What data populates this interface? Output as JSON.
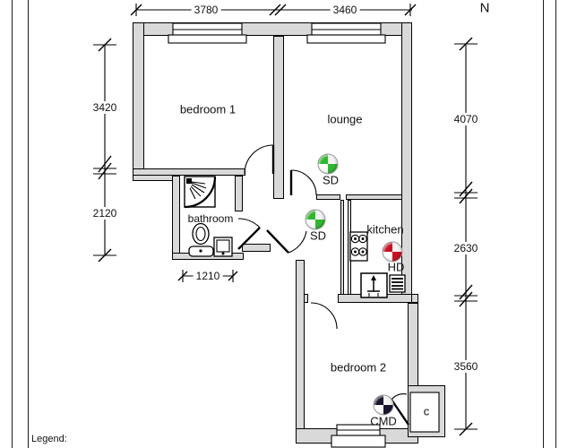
{
  "drawing": {
    "north_label": "N",
    "legend_label": "Legend:",
    "wall_color": "#d9d9d9",
    "rooms": [
      {
        "name": "bedroom 1"
      },
      {
        "name": "lounge"
      },
      {
        "name": "bathroom"
      },
      {
        "name": "kitchen"
      },
      {
        "name": "bedroom 2"
      }
    ],
    "cupboard_label": "c",
    "dimensions": {
      "top": [
        "3780",
        "3460"
      ],
      "left": [
        "3420",
        "2120"
      ],
      "right": [
        "4070",
        "2630",
        "3560"
      ],
      "bathroom_width": "1210"
    },
    "detectors": [
      {
        "label": "SD",
        "type": "smoke-detector",
        "color": "#2eb82e"
      },
      {
        "label": "SD",
        "type": "smoke-detector",
        "color": "#2eb82e"
      },
      {
        "label": "HD",
        "type": "heat-detector",
        "color": "#cc0f22"
      },
      {
        "label": "CMD",
        "type": "carbon-monoxide-detector",
        "color": "#15152f"
      }
    ]
  }
}
